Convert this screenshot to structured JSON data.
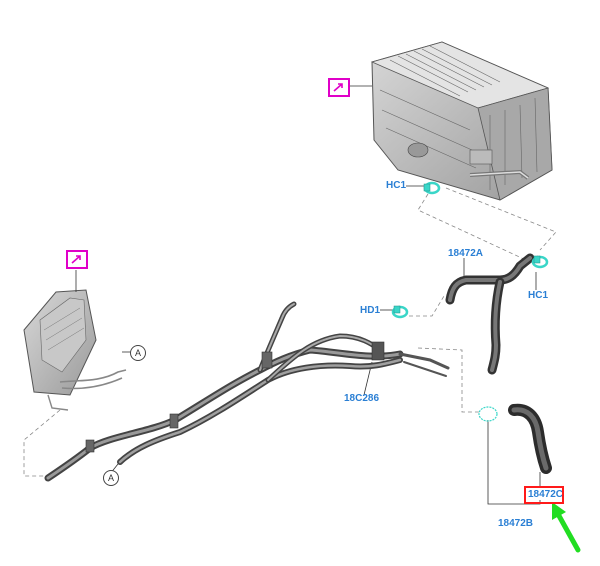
{
  "callouts": {
    "hc1_top": "HC1",
    "hc1_right": "HC1",
    "hd1": "HD1",
    "p18472a": "18472A",
    "p18c286": "18C286",
    "p18472c": "18472C",
    "p18472b": "18472B"
  },
  "markers": {
    "a1": "A",
    "a2": "A"
  },
  "colors": {
    "callout_blue": "#2a7fd4",
    "reference_icon": "#e000c8",
    "highlight": "#ff1a1a",
    "arrow": "#22dd22",
    "clamp": "#3ad6c8"
  },
  "icons": {
    "reference_top": "external-reference-icon",
    "reference_left": "external-reference-icon",
    "pointer": "green-arrow-icon"
  }
}
